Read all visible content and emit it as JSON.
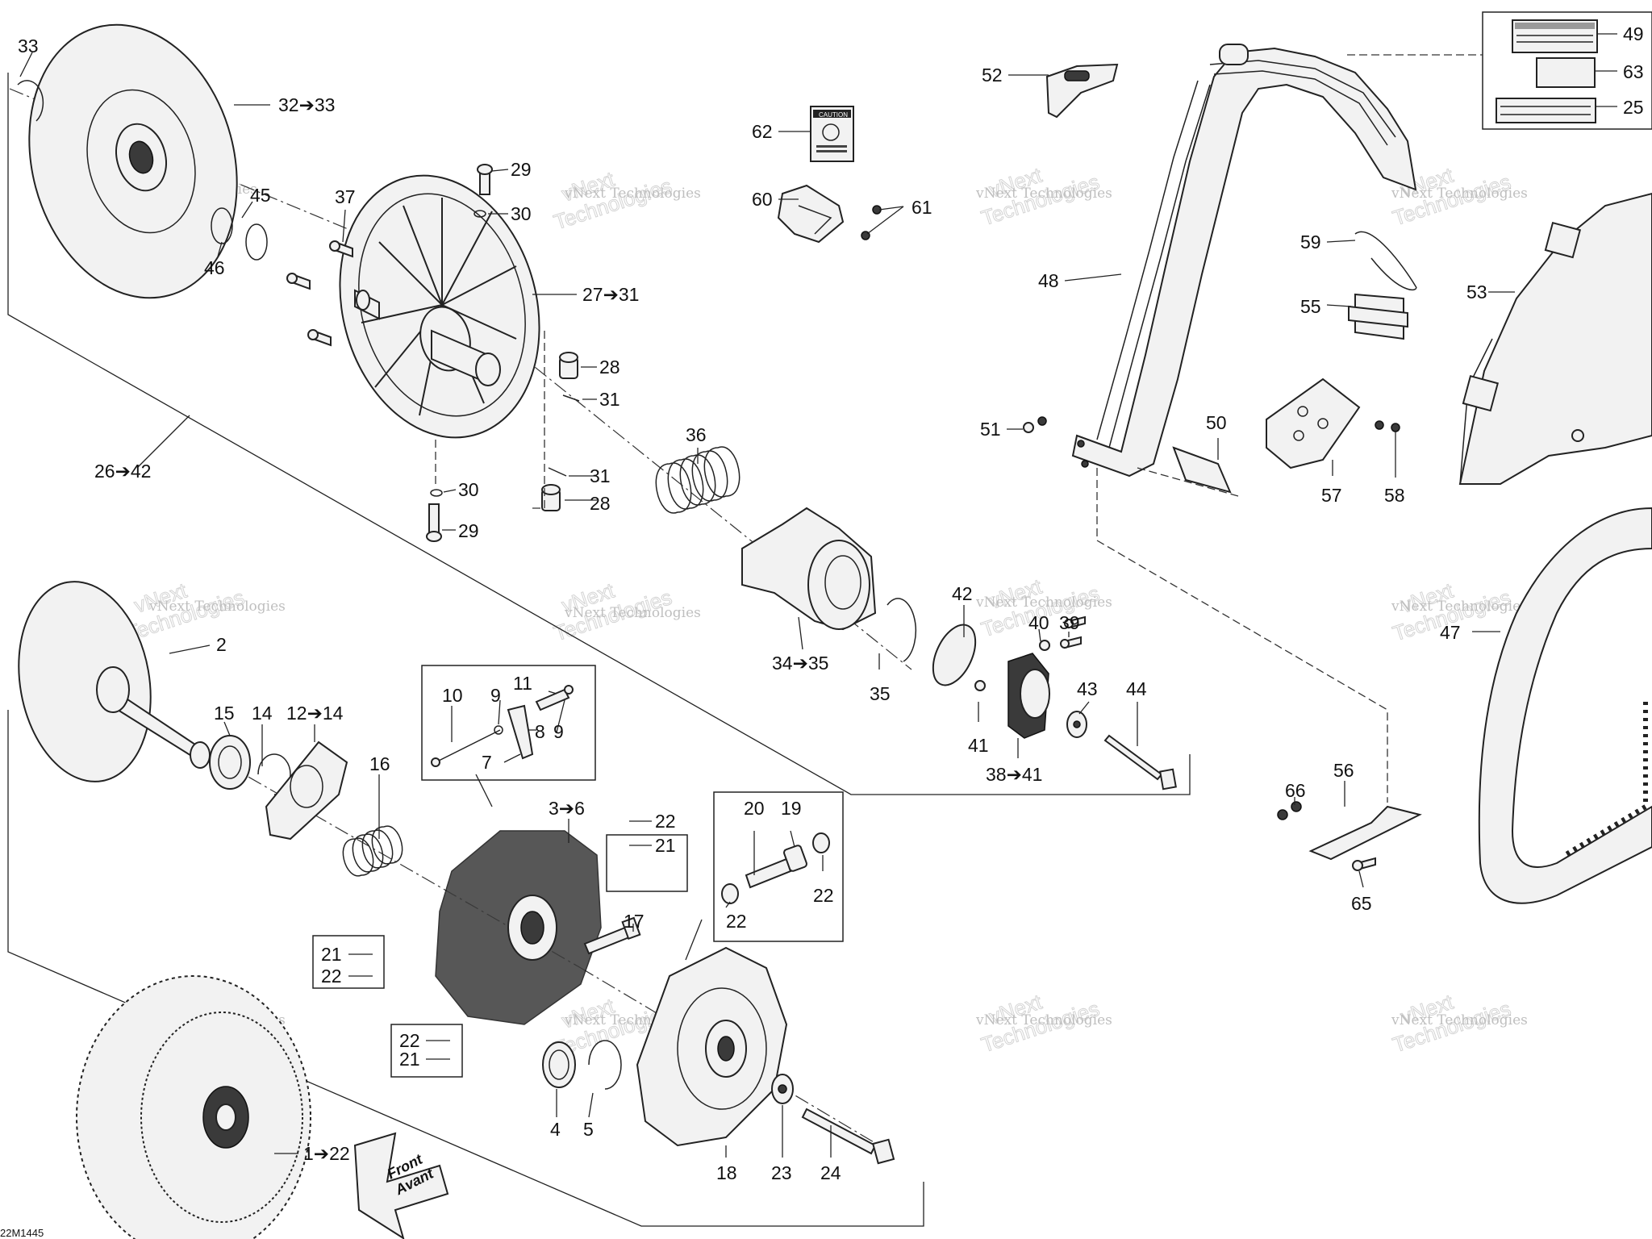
{
  "diagram": {
    "code": "22M1445",
    "front_label_line1": "Front",
    "front_label_line2": "Avant",
    "watermark_line1": "vNext Technologies",
    "watermark_line2": "vNext",
    "watermark_line3": "Technologies"
  },
  "callouts": {
    "c33": "33",
    "c32_33": "32➔33",
    "c45": "45",
    "c46": "46",
    "c37": "37",
    "c29a": "29",
    "c30a": "30",
    "c27_31": "27➔31",
    "c28a": "28",
    "c31a": "31",
    "c26_42": "26➔42",
    "c31b": "31",
    "c30b": "30",
    "c28b": "28",
    "c29b": "29",
    "c36": "36",
    "c34_35": "34➔35",
    "c35": "35",
    "c42": "42",
    "c40": "40",
    "c39": "39",
    "c43": "43",
    "c44": "44",
    "c41": "41",
    "c38_41": "38➔41",
    "c62": "62",
    "c60": "60",
    "c61": "61",
    "c52": "52",
    "c48": "48",
    "c51": "51",
    "c50": "50",
    "c49": "49",
    "c63": "63",
    "c25": "25",
    "c59": "59",
    "c55": "55",
    "c57": "57",
    "c58": "58",
    "c53": "53",
    "c47": "47",
    "c56": "56",
    "c66": "66",
    "c65": "65",
    "c2": "2",
    "c15": "15",
    "c14": "14",
    "c12_14": "12➔14",
    "c16": "16",
    "c10": "10",
    "c9a": "9",
    "c11": "11",
    "c8": "8",
    "c9b": "9",
    "c7": "7",
    "c3_6": "3➔6",
    "c22a": "22",
    "c21a": "21",
    "c17": "17",
    "c21b": "21",
    "c22b": "22",
    "c22c": "22",
    "c21c": "21",
    "c4": "4",
    "c5": "5",
    "c18": "18",
    "c23": "23",
    "c24": "24",
    "c1_22": "1➔22",
    "c20": "20",
    "c19": "19",
    "c22d": "22",
    "c22e": "22"
  },
  "decals": {
    "caution": "CAUTION"
  }
}
